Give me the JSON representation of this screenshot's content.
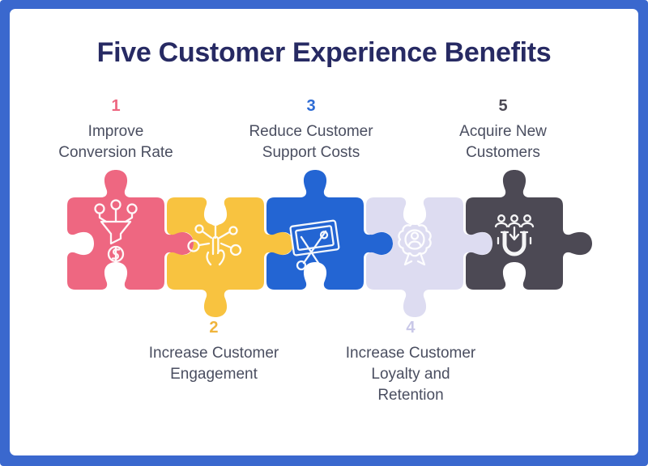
{
  "title": {
    "text": "Five Customer Experience Benefits",
    "color": "#272A63"
  },
  "frame": {
    "border_color": "#3A68CE",
    "card_background": "#FFFFFF",
    "label_text_color": "#4A4E60"
  },
  "benefits": [
    {
      "number": "1",
      "label": "Improve\nConversion Rate",
      "icon": "conversion-funnel-icon",
      "piece_color": "#EE6781",
      "number_color": "#EE6781",
      "label_position": "top"
    },
    {
      "number": "2",
      "label": "Increase Customer\nEngagement",
      "icon": "engagement-tap-network-icon",
      "piece_color": "#F8C340",
      "number_color": "#F0B43C",
      "label_position": "bottom"
    },
    {
      "number": "3",
      "label": "Reduce Customer\nSupport Costs",
      "icon": "cut-costs-banknote-scissors-icon",
      "piece_color": "#2365D3",
      "number_color": "#2D6BD4",
      "label_position": "top"
    },
    {
      "number": "4",
      "label": "Increase Customer\nLoyalty and\nRetention",
      "icon": "loyalty-badge-icon",
      "piece_color": "#DDDCF1",
      "number_color": "#C9C8E8",
      "label_position": "bottom"
    },
    {
      "number": "5",
      "label": "Acquire New\nCustomers",
      "icon": "acquire-customers-magnet-icon",
      "piece_color": "#4C4954",
      "number_color": "#4C4954",
      "label_position": "top"
    }
  ]
}
